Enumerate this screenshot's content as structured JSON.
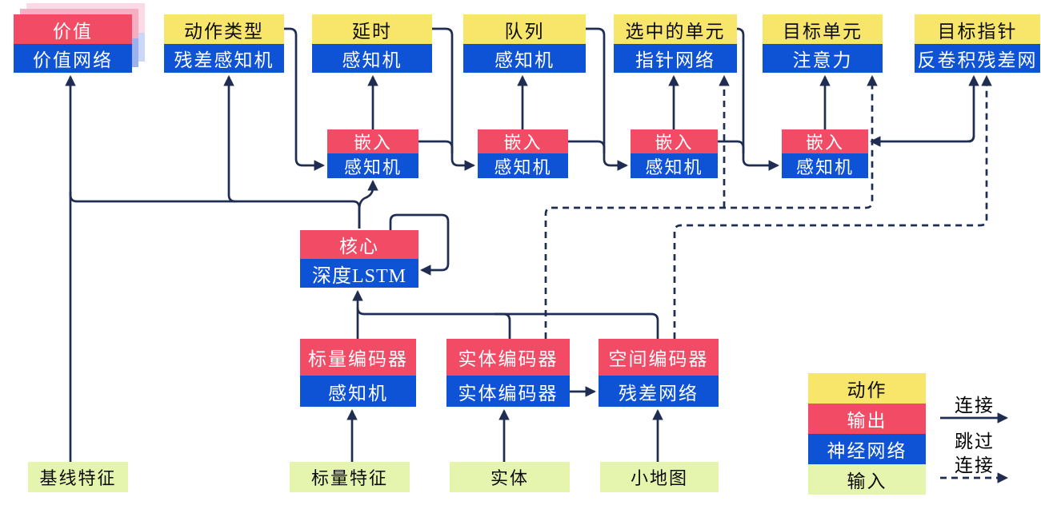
{
  "diagram": {
    "top_row": [
      {
        "header": "价值",
        "body": "价值网络"
      },
      {
        "header": "动作类型",
        "body": "残差感知机"
      },
      {
        "header": "延时",
        "body": "感知机"
      },
      {
        "header": "队列",
        "body": "感知机"
      },
      {
        "header": "选中的单元",
        "body": "指针网络"
      },
      {
        "header": "目标单元",
        "body": "注意力"
      },
      {
        "header": "目标指针",
        "body": "反卷积残差网"
      }
    ],
    "embed_row": [
      {
        "header": "嵌入",
        "body": "感知机"
      },
      {
        "header": "嵌入",
        "body": "感知机"
      },
      {
        "header": "嵌入",
        "body": "感知机"
      },
      {
        "header": "嵌入",
        "body": "感知机"
      }
    ],
    "core": {
      "header": "核心",
      "body": "深度LSTM"
    },
    "encoders": [
      {
        "header": "标量编码器",
        "body": "感知机"
      },
      {
        "header": "实体编码器",
        "body": "实体编码器"
      },
      {
        "header": "空间编码器",
        "body": "残差网络"
      }
    ],
    "inputs": [
      {
        "label": "基线特征"
      },
      {
        "label": "标量特征"
      },
      {
        "label": "实体"
      },
      {
        "label": "小地图"
      }
    ],
    "legend": {
      "items": [
        {
          "label": "动作"
        },
        {
          "label": "输出"
        },
        {
          "label": "神经网络"
        },
        {
          "label": "输入"
        }
      ],
      "solid_label": "连接",
      "dashed_label_line1": "跳过",
      "dashed_label_line2": "连接"
    },
    "colors": {
      "action_yellow": "#f8e66a",
      "output_red": "#f14b66",
      "network_blue": "#0e52d6",
      "input_green": "#e5f5ad",
      "line_navy": "#1f2d52"
    }
  }
}
